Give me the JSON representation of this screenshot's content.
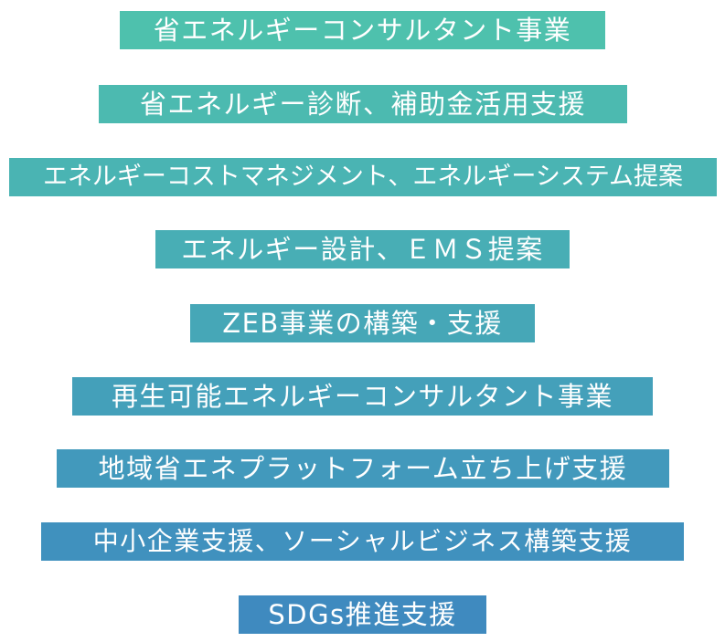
{
  "services": [
    "省エネルギーコンサルタント事業",
    "省エネルギー診断、補助金活用支援",
    "エネルギーコストマネジメント、エネルギーシステム提案",
    "エネルギー設計、ＥＭＳ提案",
    "ZEB事業の構築・支援",
    "再生可能エネルギーコンサルタント事業",
    "地域省エネプラットフォーム立ち上げ支援",
    "中小企業支援、ソーシャルビジネス構築支援",
    "SDGs推進支援"
  ],
  "colors": {
    "gradient_top": "#4ec1ad",
    "gradient_bottom": "#3f8abf",
    "text": "#ffffff"
  }
}
